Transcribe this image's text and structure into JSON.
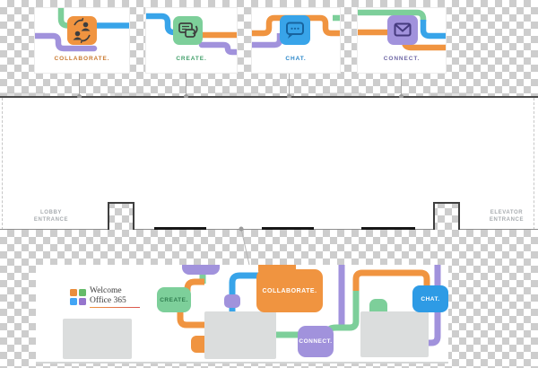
{
  "cards": [
    {
      "label": "COLLABORATE.",
      "icon": "people-sync"
    },
    {
      "label": "CREATE.",
      "icon": "documents"
    },
    {
      "label": "CHAT.",
      "icon": "speech-bubble"
    },
    {
      "label": "CONNECT.",
      "icon": "envelope"
    }
  ],
  "wall": {
    "lobby": [
      "LOBBY",
      "ENTRANCE"
    ],
    "elevator": [
      "ELEVATOR",
      "ENTRANCE"
    ]
  },
  "mural": {
    "logo_line1": "Welcome",
    "logo_line2": "Office 365",
    "create_label": "CREATE.",
    "collaborate_label": "COLLABORATE.",
    "chat_label": "CHAT.",
    "connect_label": "CONNECT."
  },
  "colors": {
    "orange": "#F09440",
    "green": "#7DCF9A",
    "blue": "#38A4E9",
    "purple": "#A192DC",
    "chat_blue": "#2E9BE5",
    "label_collaborate": "#C9792F",
    "label_create": "#43A06B",
    "label_chat": "#2B87C9",
    "label_connect": "#6F68A5",
    "mural_create_text": "#2F7D4F",
    "desk": "#DBDDDD",
    "wall_text": "#A8ACB0",
    "logo_text": "#3B3B3B",
    "line": "#4A4A4A",
    "baseline_black": "#161616",
    "stem": "#ABABAB",
    "checker": "#CDCDCD",
    "logo_orange": "#E98D3D",
    "logo_green": "#66BB6A",
    "logo_blue": "#42A5F5",
    "logo_purple": "#9575CD"
  }
}
